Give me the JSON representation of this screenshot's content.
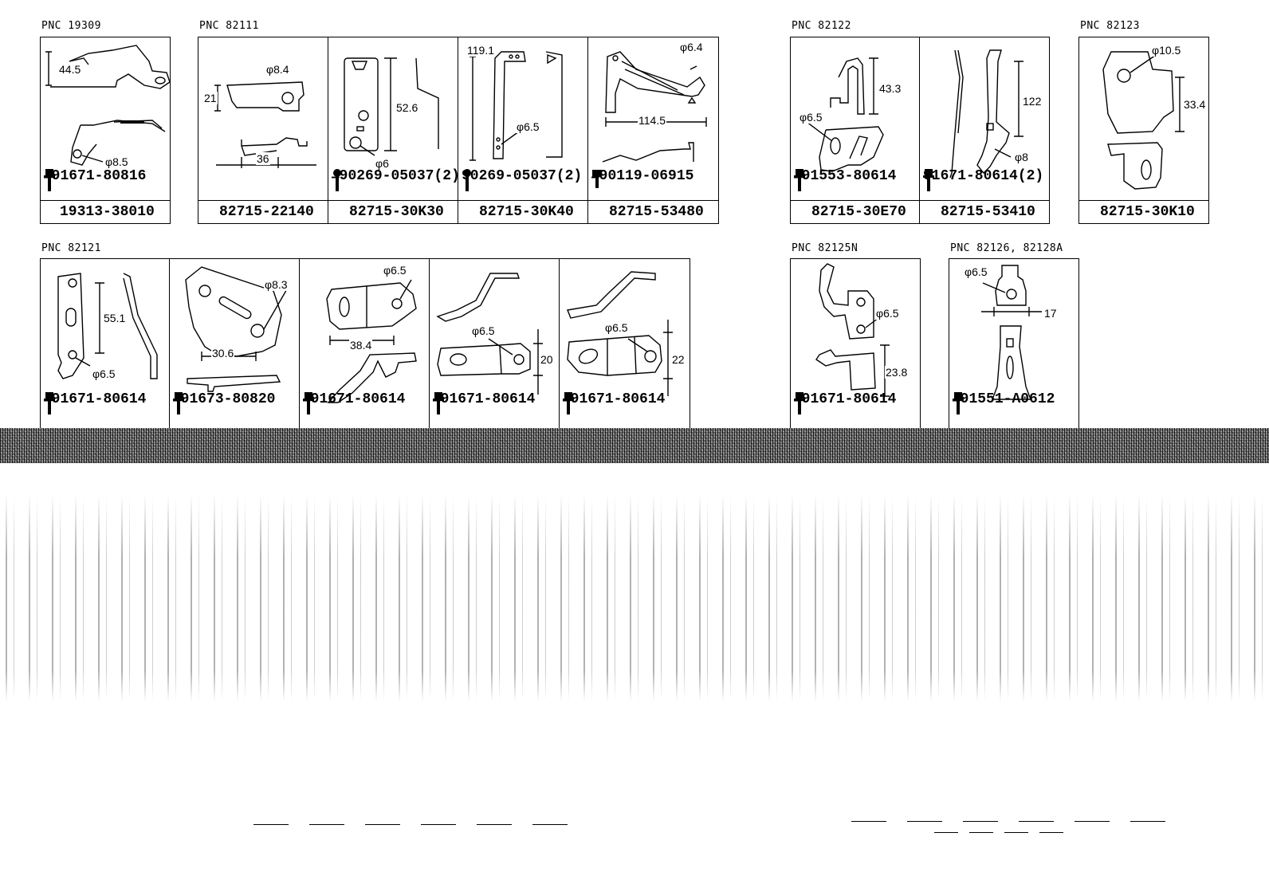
{
  "groups": [
    {
      "pnc": "PNC 19309",
      "cells": [
        {
          "part": "19313-38010",
          "bolt": "91671-80816",
          "dims": [
            "44.5",
            "φ8.5"
          ]
        }
      ]
    },
    {
      "pnc": "PNC 82111",
      "cells": [
        {
          "part": "82715-22140",
          "bolt": "",
          "dims": [
            "φ8.4",
            "21",
            "36"
          ]
        },
        {
          "part": "82715-30K30",
          "bolt": "90269-05037(2)",
          "dims": [
            "52.6",
            "φ6"
          ]
        },
        {
          "part": "82715-30K40",
          "bolt": "90269-05037(2)",
          "dims": [
            "119.1",
            "φ6.5"
          ]
        },
        {
          "part": "82715-53480",
          "bolt": "90119-06915",
          "dims": [
            "φ6.4",
            "114.5"
          ]
        }
      ]
    },
    {
      "pnc": "PNC 82122",
      "cells": [
        {
          "part": "82715-30E70",
          "bolt": "91553-80614",
          "dims": [
            "43.3",
            "φ6.5"
          ]
        },
        {
          "part": "82715-53410",
          "bolt": "91671-80614(2)",
          "dims": [
            "122",
            "φ8"
          ]
        }
      ]
    },
    {
      "pnc": "PNC 82123",
      "cells": [
        {
          "part": "82715-30K10",
          "bolt": "",
          "dims": [
            "φ10.5",
            "33.4"
          ]
        }
      ]
    },
    {
      "pnc": "PNC 82121",
      "cells": [
        {
          "part": "",
          "bolt": "91671-80614",
          "dims": [
            "55.1",
            "φ6.5"
          ]
        },
        {
          "part": "",
          "bolt": "91673-80820",
          "dims": [
            "φ8.3",
            "30.6"
          ]
        },
        {
          "part": "",
          "bolt": "91671-80614",
          "dims": [
            "φ6.5",
            "38.4"
          ]
        },
        {
          "part": "",
          "bolt": "91671-80614",
          "dims": [
            "φ6.5",
            "20"
          ]
        },
        {
          "part": "",
          "bolt": "91671-80614",
          "dims": [
            "φ6.5",
            "22"
          ]
        }
      ]
    },
    {
      "pnc": "PNC 82125N",
      "cells": [
        {
          "part": "",
          "bolt": "91671-80614",
          "dims": [
            "φ6.5",
            "23.8"
          ]
        }
      ]
    },
    {
      "pnc": "PNC 82126, 82128A",
      "cells": [
        {
          "part": "",
          "bolt": "91551-A0612",
          "dims": [
            "φ6.5",
            "17"
          ]
        }
      ]
    }
  ]
}
